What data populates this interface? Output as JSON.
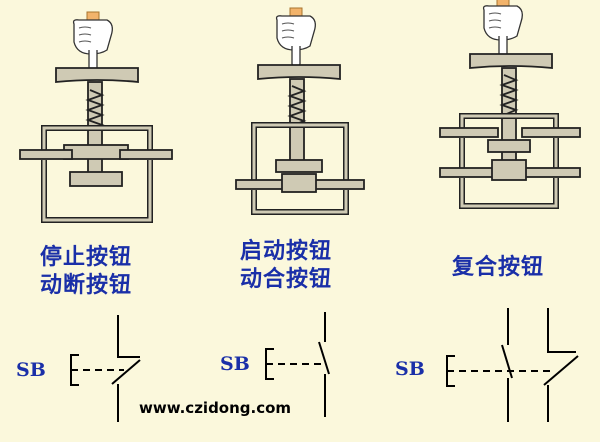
{
  "buttons": [
    {
      "caption_lines": [
        "停止按钮",
        "动断按钮"
      ],
      "symbol_label": "SB",
      "contact": "normally-closed"
    },
    {
      "caption_lines": [
        "启动按钮",
        "动合按钮"
      ],
      "symbol_label": "SB",
      "contact": "normally-open"
    },
    {
      "caption_lines": [
        "复合按钮"
      ],
      "symbol_label": "SB",
      "contact": "composite"
    }
  ],
  "watermark": "www.czidong.com",
  "icons": [
    "pointing-hand-icon"
  ],
  "colors": {
    "background": "#fbf8dc",
    "caption": "#1a2fa8",
    "mechanism_fill": "#cfcab4",
    "outline": "#222222",
    "hand": "#ffffff",
    "cuff": "#f2b36b"
  }
}
